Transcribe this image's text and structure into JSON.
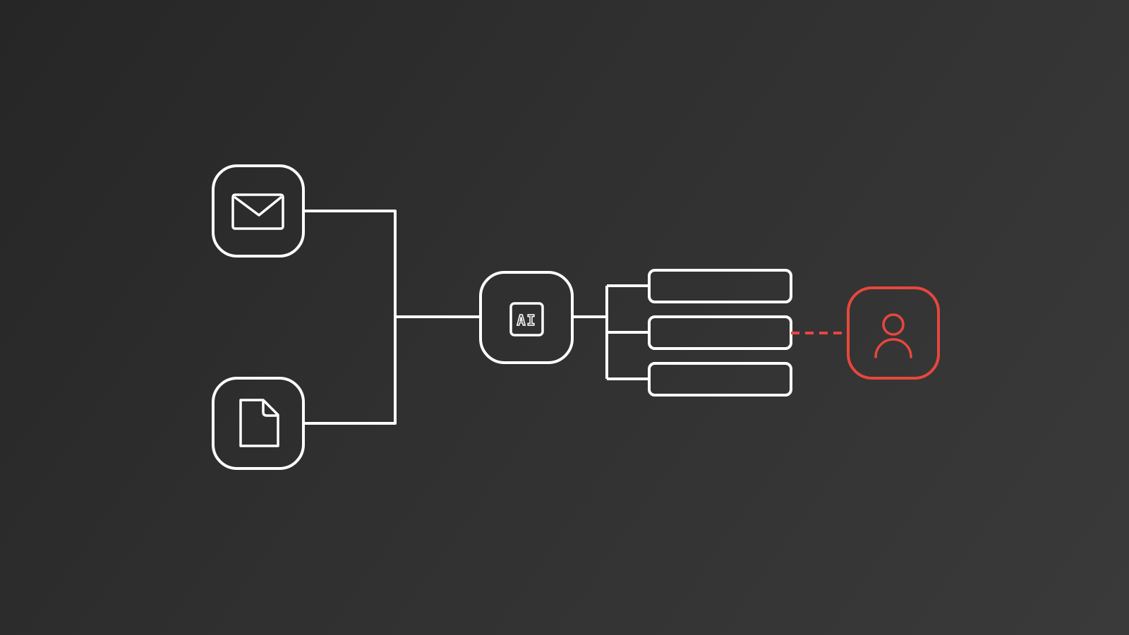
{
  "diagram": {
    "colors": {
      "background_start": "#262626",
      "background_end": "#3a3a3a",
      "stroke": "#ffffff",
      "accent": "#e8473d"
    },
    "nodes": {
      "email": {
        "icon": "envelope-icon"
      },
      "document": {
        "icon": "document-icon"
      },
      "ai": {
        "icon": "ai-chip-icon",
        "label": "AI"
      },
      "outputs": [
        {
          "icon": ""
        },
        {
          "icon": ""
        },
        {
          "icon": ""
        }
      ],
      "person": {
        "icon": "person-icon"
      }
    },
    "connections": [
      {
        "from": "email",
        "to": "ai",
        "style": "solid"
      },
      {
        "from": "document",
        "to": "ai",
        "style": "solid"
      },
      {
        "from": "ai",
        "to": "output-1",
        "style": "solid"
      },
      {
        "from": "ai",
        "to": "output-2",
        "style": "solid"
      },
      {
        "from": "ai",
        "to": "output-3",
        "style": "solid"
      },
      {
        "from": "output-2",
        "to": "person",
        "style": "dashed",
        "color": "accent"
      }
    ]
  }
}
